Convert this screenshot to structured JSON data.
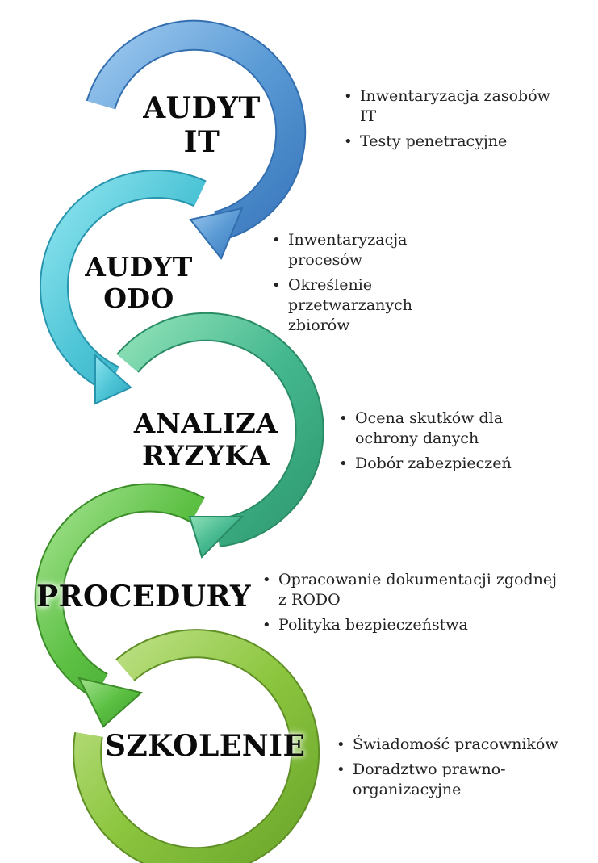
{
  "colors": {
    "audyt_it": "#5b9bd5",
    "audyt_odo": "#4ec5d6",
    "analiza": "#45b890",
    "procedury": "#5cc043",
    "szkolenie": "#8cc63f"
  },
  "steps": [
    {
      "title_lines": [
        "AUDYT",
        "IT"
      ],
      "bullets": [
        "Inwentaryzacja zasobów IT",
        "Testy penetracyjne"
      ]
    },
    {
      "title_lines": [
        "AUDYT",
        "ODO"
      ],
      "bullets": [
        "Inwentaryzacja procesów",
        "Określenie przetwarzanych zbiorów"
      ]
    },
    {
      "title_lines": [
        "ANALIZA",
        "RYZYKA"
      ],
      "bullets": [
        "Ocena skutków dla ochrony danych",
        "Dobór zabezpieczeń"
      ]
    },
    {
      "title_lines": [
        "PROCEDURY"
      ],
      "bullets": [
        "Opracowanie dokumentacji zgodnej z RODO",
        "Polityka bezpieczeństwa"
      ]
    },
    {
      "title_lines": [
        "SZKOLENIE"
      ],
      "bullets": [
        "Świadomość pracowników",
        "Doradztwo prawno-organizacyjne"
      ]
    }
  ]
}
